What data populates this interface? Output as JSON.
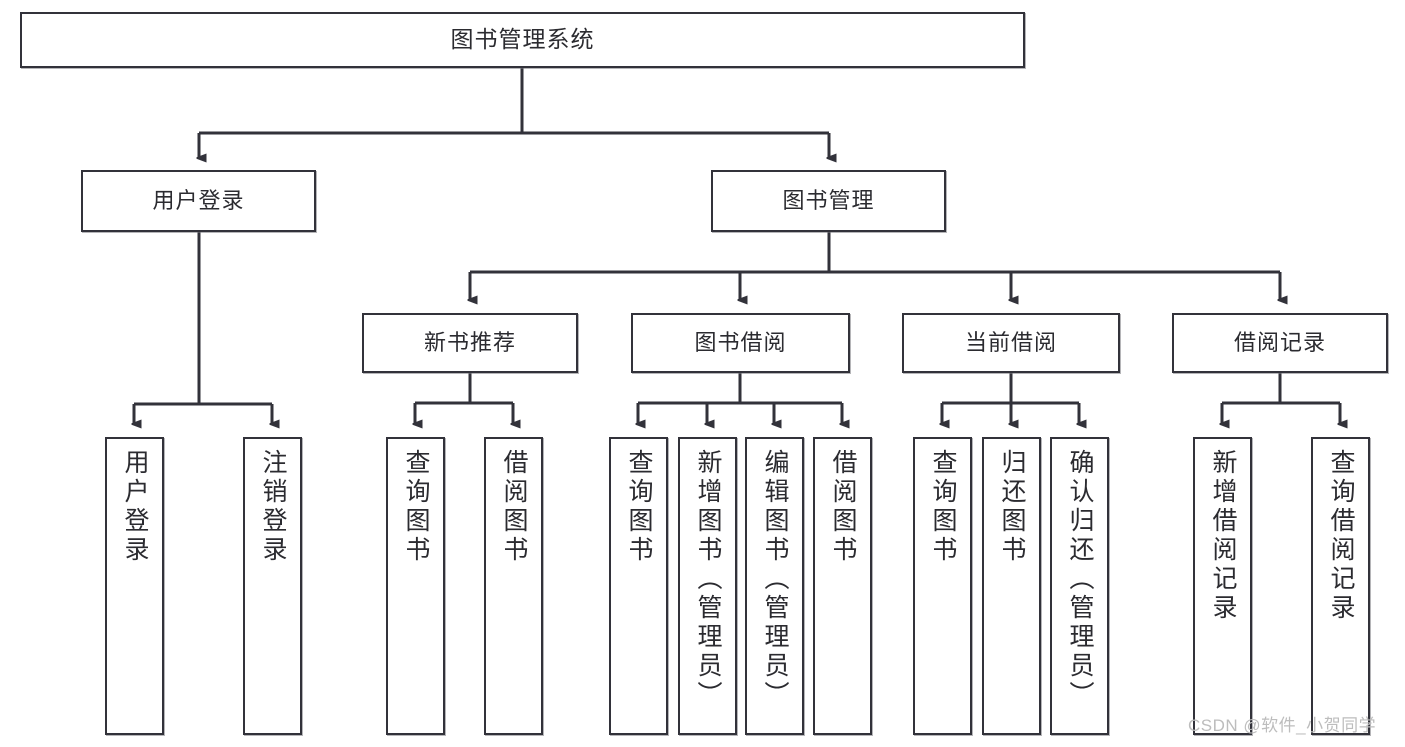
{
  "diagram": {
    "type": "tree-hierarchy",
    "title": "图书管理系统",
    "colors": {
      "stroke": "#32323a",
      "fill": "#ffffff",
      "text": "#2b2b30",
      "watermark": "#bdbdbd"
    },
    "root": {
      "label": "图书管理系统"
    },
    "level2": [
      {
        "label": "用户登录"
      },
      {
        "label": "图书管理"
      }
    ],
    "level3": [
      {
        "label": "新书推荐"
      },
      {
        "label": "图书借阅"
      },
      {
        "label": "当前借阅"
      },
      {
        "label": "借阅记录"
      }
    ],
    "leaves": {
      "user_login": [
        {
          "label": "用户登录"
        },
        {
          "label": "注销登录"
        }
      ],
      "new_book": [
        {
          "label": "查询图书"
        },
        {
          "label": "借阅图书"
        }
      ],
      "book_borrow": [
        {
          "label": "查询图书"
        },
        {
          "label": "新增图书（管理员）"
        },
        {
          "label": "编辑图书（管理员）"
        },
        {
          "label": "借阅图书"
        }
      ],
      "current_borrow": [
        {
          "label": "查询图书"
        },
        {
          "label": "归还图书"
        },
        {
          "label": "确认归还（管理员）"
        }
      ],
      "borrow_record": [
        {
          "label": "新增借阅记录"
        },
        {
          "label": "查询借阅记录"
        }
      ]
    }
  },
  "watermark": {
    "text": "CSDN @软件_小贺同学"
  }
}
